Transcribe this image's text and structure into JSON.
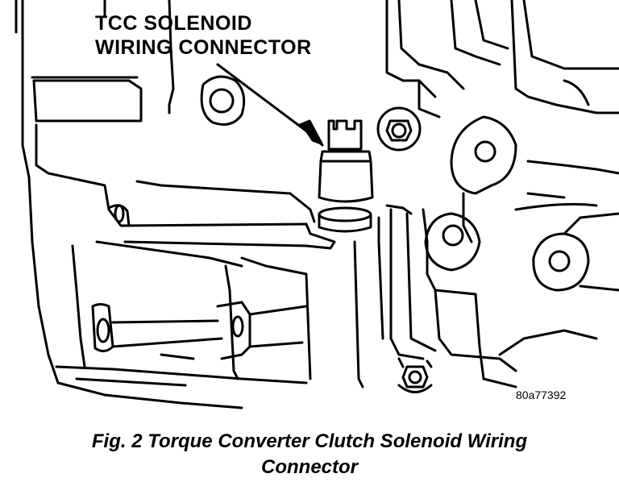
{
  "callout": {
    "line1": "TCC SOLENOID",
    "line2": "WIRING CONNECTOR"
  },
  "reference_code": "80a77392",
  "caption": {
    "line1": "Fig. 2 Torque Converter Clutch Solenoid Wiring",
    "line2": "Connector"
  }
}
